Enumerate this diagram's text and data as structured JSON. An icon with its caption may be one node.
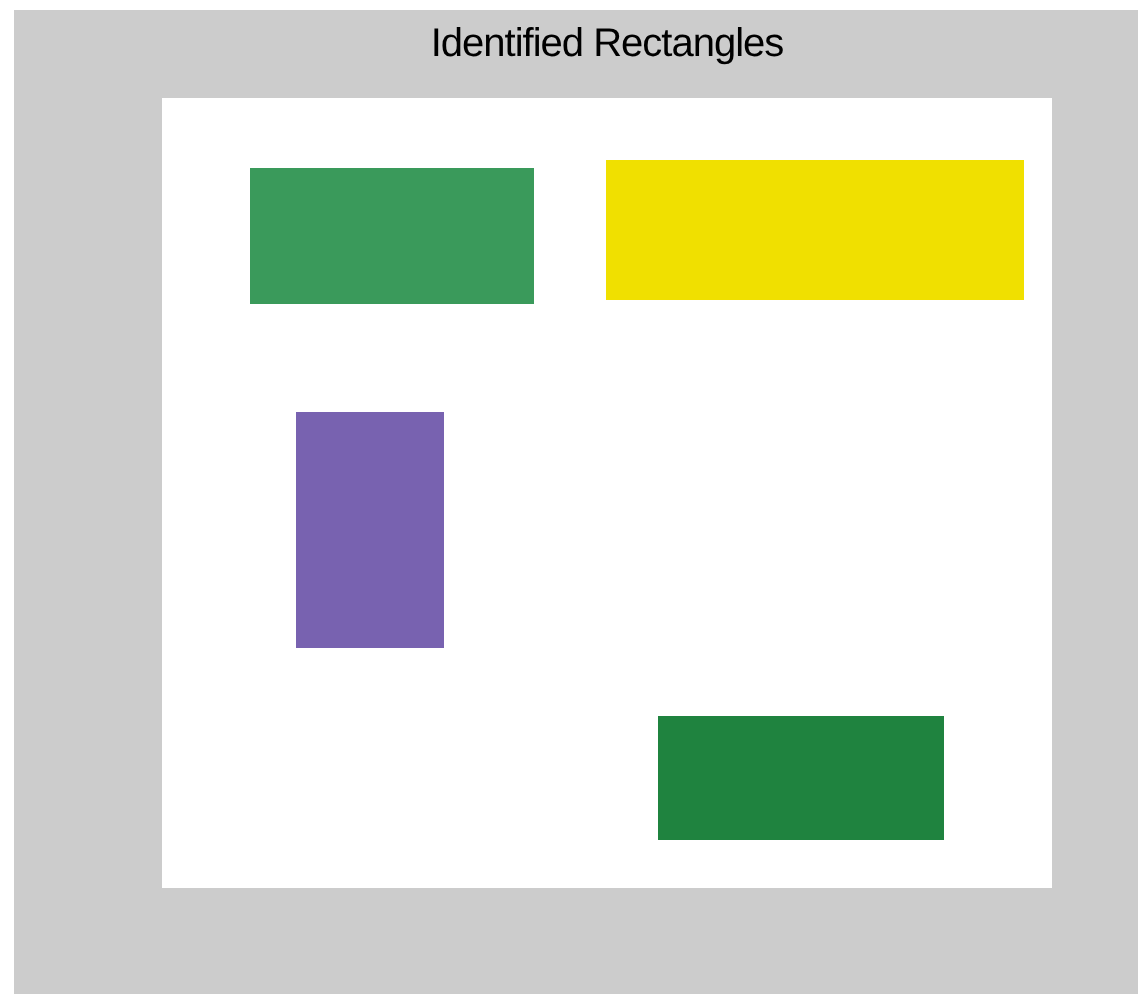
{
  "diagram": {
    "title": "Identified Rectangles",
    "nodes": [
      {
        "text": [],
        "shape": "box"
      },
      {
        "text": [],
        "shape": "box"
      },
      {
        "text": [],
        "shape": "box"
      },
      {
        "text": [],
        "shape": "box"
      }
    ]
  }
}
